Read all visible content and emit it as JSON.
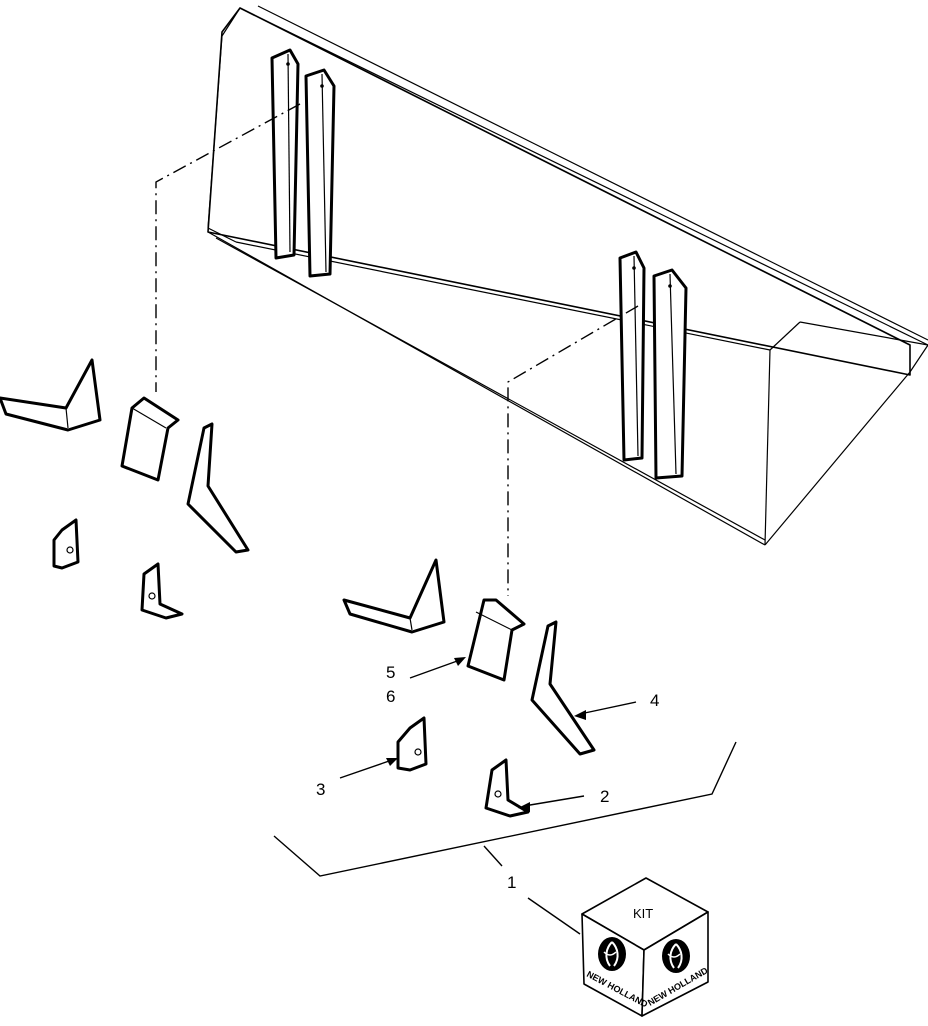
{
  "callouts": {
    "c1": "1",
    "c2": "2",
    "c3": "3",
    "c4": "4",
    "c5": "5",
    "c6": "6"
  },
  "kit_box": {
    "top_label": "KIT",
    "brand_left": "NEW HOLLAND",
    "brand_right": "NEW HOLLAND",
    "logo_icon": "new-holland-leaf-logo"
  }
}
